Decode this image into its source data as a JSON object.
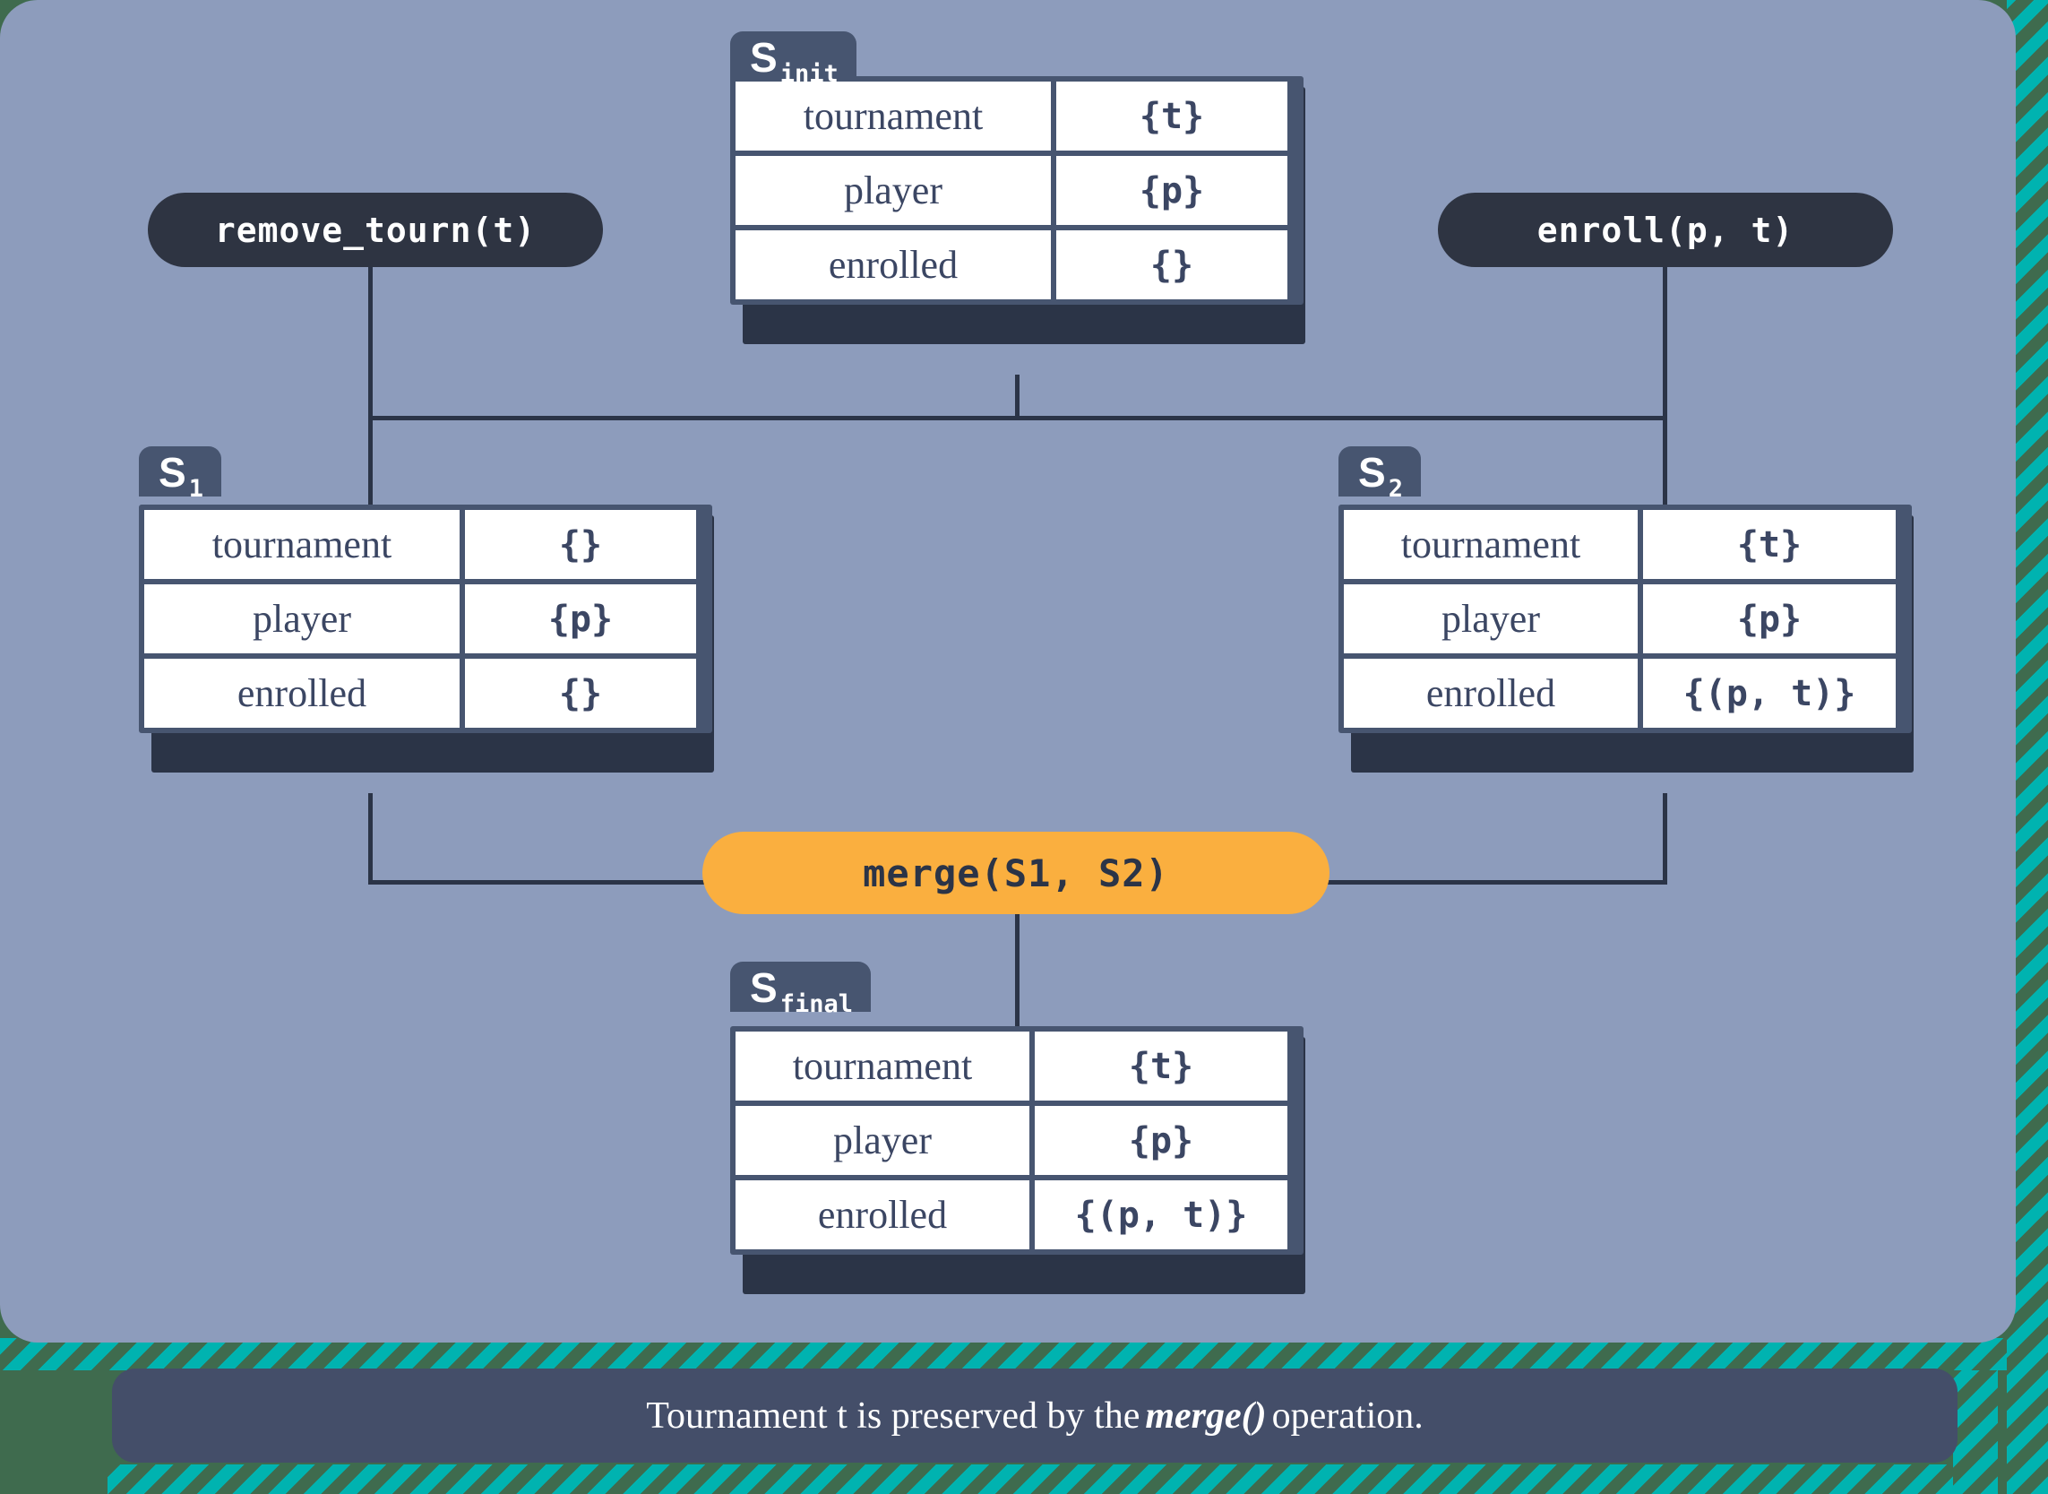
{
  "diagram": {
    "title": "State merge diagram",
    "colors": {
      "page_background": "#3f6b4e",
      "panel_background": "#8d9cbc",
      "stripe_accent": "#00b3b0",
      "card_border": "#475570",
      "card_shadow": "#2b3447",
      "pill_dark": "#2e3442",
      "pill_accent": "#faaf3f",
      "cell_background": "#ffffff",
      "text_dark": "#3b4663",
      "line": "#2b3447"
    },
    "row_labels": [
      "tournament",
      "player",
      "enrolled"
    ],
    "states": [
      {
        "id": "s-init",
        "tab_main": "S",
        "tab_sub": "init",
        "rows": [
          {
            "label": "tournament",
            "value": "{t}"
          },
          {
            "label": "player",
            "value": "{p}"
          },
          {
            "label": "enrolled",
            "value": "{}"
          }
        ]
      },
      {
        "id": "s-1",
        "tab_main": "S",
        "tab_sub": "1",
        "rows": [
          {
            "label": "tournament",
            "value": "{}"
          },
          {
            "label": "player",
            "value": "{p}"
          },
          {
            "label": "enrolled",
            "value": "{}"
          }
        ]
      },
      {
        "id": "s-2",
        "tab_main": "S",
        "tab_sub": "2",
        "rows": [
          {
            "label": "tournament",
            "value": "{t}"
          },
          {
            "label": "player",
            "value": "{p}"
          },
          {
            "label": "enrolled",
            "value": "{(p, t)}"
          }
        ]
      },
      {
        "id": "s-final",
        "tab_main": "S",
        "tab_sub": "final",
        "rows": [
          {
            "label": "tournament",
            "value": "{t}"
          },
          {
            "label": "player",
            "value": "{p}"
          },
          {
            "label": "enrolled",
            "value": "{(p, t)}"
          }
        ]
      }
    ],
    "operations": {
      "remove_tourn": "remove_tourn(t)",
      "enroll": "enroll(p, t)",
      "merge": "merge(S1, S2)"
    },
    "caption": {
      "before": "Tournament t is preserved by the",
      "emphasis": "merge()",
      "after": "operation."
    }
  }
}
